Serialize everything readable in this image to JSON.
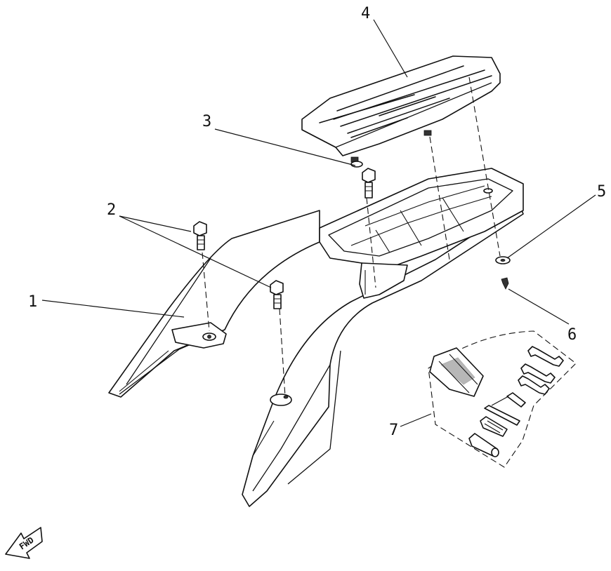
{
  "callouts": [
    {
      "id": "1",
      "label": "1"
    },
    {
      "id": "2",
      "label": "2"
    },
    {
      "id": "3",
      "label": "3"
    },
    {
      "id": "4",
      "label": "4"
    },
    {
      "id": "5",
      "label": "5"
    },
    {
      "id": "6",
      "label": "6"
    },
    {
      "id": "7",
      "label": "7"
    }
  ],
  "forward_badge": {
    "text": "FWD",
    "icon": "forward-arrow-icon"
  },
  "colors": {
    "line": "#111111",
    "background": "#ffffff"
  }
}
